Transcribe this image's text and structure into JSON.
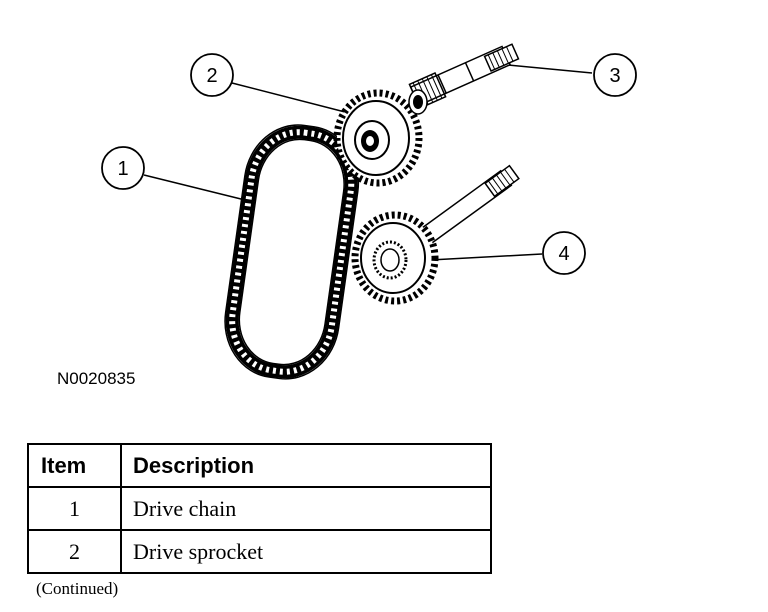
{
  "figure_id": "N0020835",
  "callouts": [
    "1",
    "2",
    "3",
    "4"
  ],
  "table": {
    "headers": {
      "item": "Item",
      "description": "Description"
    },
    "rows": [
      {
        "item": "1",
        "description": "Drive chain"
      },
      {
        "item": "2",
        "description": "Drive sprocket"
      }
    ]
  },
  "footer_note": "(Continued)"
}
